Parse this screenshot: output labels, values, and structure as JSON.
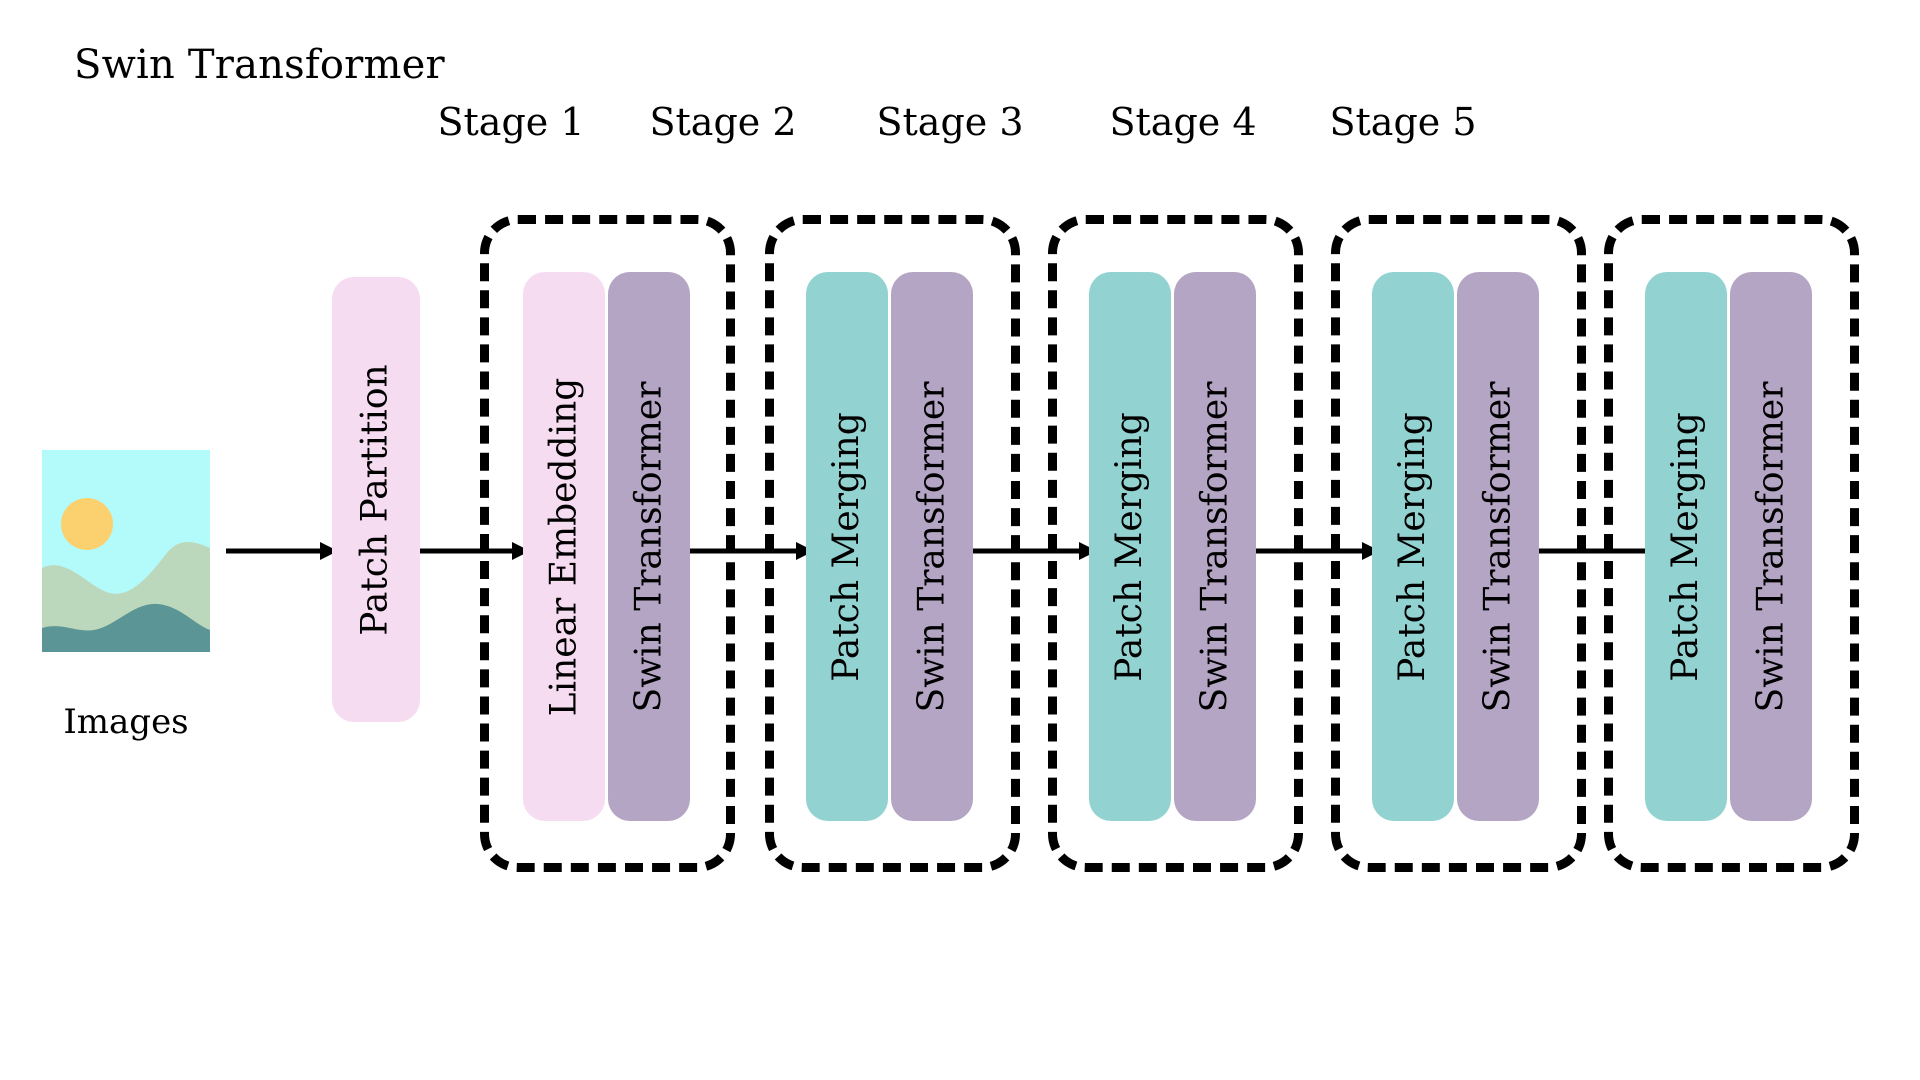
{
  "diagram": {
    "title": "Swin Transformer",
    "type": "architecture-pipeline",
    "background_color": "#ffffff"
  },
  "input": {
    "thumbnail_name": "landscape-image",
    "caption": "Images",
    "colors": {
      "sky": "#B3FAFA",
      "sun": "#FBD170",
      "hill_light": "#BCD8BC",
      "hill_dark": "#5C9595"
    }
  },
  "palette": {
    "pink": "#F6DCF0",
    "purple": "#B3A5C3",
    "teal": "#92D3D2",
    "outline": "#000000",
    "arrow": "#000000"
  },
  "preprocess": {
    "block_label": "Patch Partition",
    "block_color": "#F6DCF0"
  },
  "stages": [
    {
      "caption": "Stage 1",
      "blocks": [
        {
          "label": "Linear Embedding",
          "color": "#F6DCF0"
        },
        {
          "label": "Swin Transformer",
          "color": "#B3A5C3"
        }
      ]
    },
    {
      "caption": "Stage 2",
      "blocks": [
        {
          "label": "Patch Merging",
          "color": "#92D3D2"
        },
        {
          "label": "Swin Transformer",
          "color": "#B3A5C3"
        }
      ]
    },
    {
      "caption": "Stage 3",
      "blocks": [
        {
          "label": "Patch Merging",
          "color": "#92D3D2"
        },
        {
          "label": "Swin Transformer",
          "color": "#B3A5C3"
        }
      ]
    },
    {
      "caption": "Stage 4",
      "blocks": [
        {
          "label": "Patch Merging",
          "color": "#92D3D2"
        },
        {
          "label": "Swin Transformer",
          "color": "#B3A5C3"
        }
      ]
    },
    {
      "caption": "Stage 5",
      "blocks": [
        {
          "label": "Patch Merging",
          "color": "#92D3D2"
        },
        {
          "label": "Swin Transformer",
          "color": "#B3A5C3"
        }
      ]
    }
  ],
  "arrows": [
    {
      "name": "arrow-images-to-patch-partition"
    },
    {
      "name": "arrow-patch-partition-to-stage-1"
    },
    {
      "name": "arrow-stage-1-to-stage-2"
    },
    {
      "name": "arrow-stage-2-to-stage-3"
    },
    {
      "name": "arrow-stage-3-to-stage-4"
    },
    {
      "name": "arrow-stage-4-to-stage-5"
    }
  ]
}
